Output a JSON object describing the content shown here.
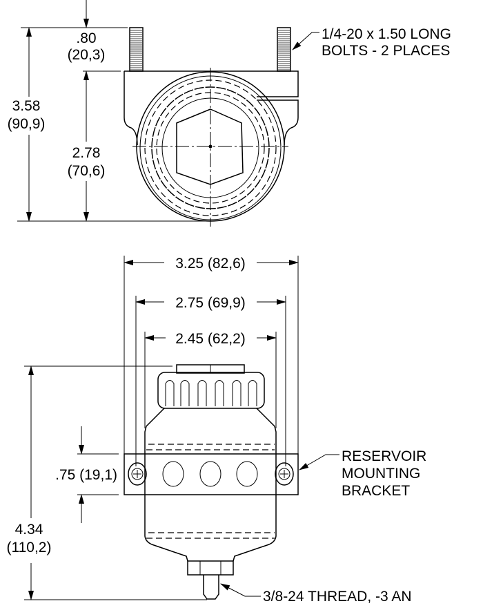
{
  "top_view": {
    "dim_bolt_height": ".80",
    "dim_bolt_height_mm": "(20,3)",
    "dim_overall_height": "3.58",
    "dim_overall_height_mm": "(90,9)",
    "dim_center_height": "2.78",
    "dim_center_height_mm": "(70,6)",
    "bolt_note_line1": "1/4-20 x 1.50 LONG",
    "bolt_note_line2": "BOLTS - 2 PLACES"
  },
  "front_view": {
    "dim_bracket_width": "3.25 (82,6)",
    "dim_hole_spacing": "2.75 (69,9)",
    "dim_body_width": "2.45 (62,2)",
    "dim_bracket_height": ".75 (19,1)",
    "dim_overall_height": "4.34",
    "dim_overall_height_mm": "(110,2)",
    "bracket_note_line1": "RESERVOIR",
    "bracket_note_line2": "MOUNTING",
    "bracket_note_line3": "BRACKET",
    "thread_note": "3/8-24 THREAD, -3 AN"
  }
}
